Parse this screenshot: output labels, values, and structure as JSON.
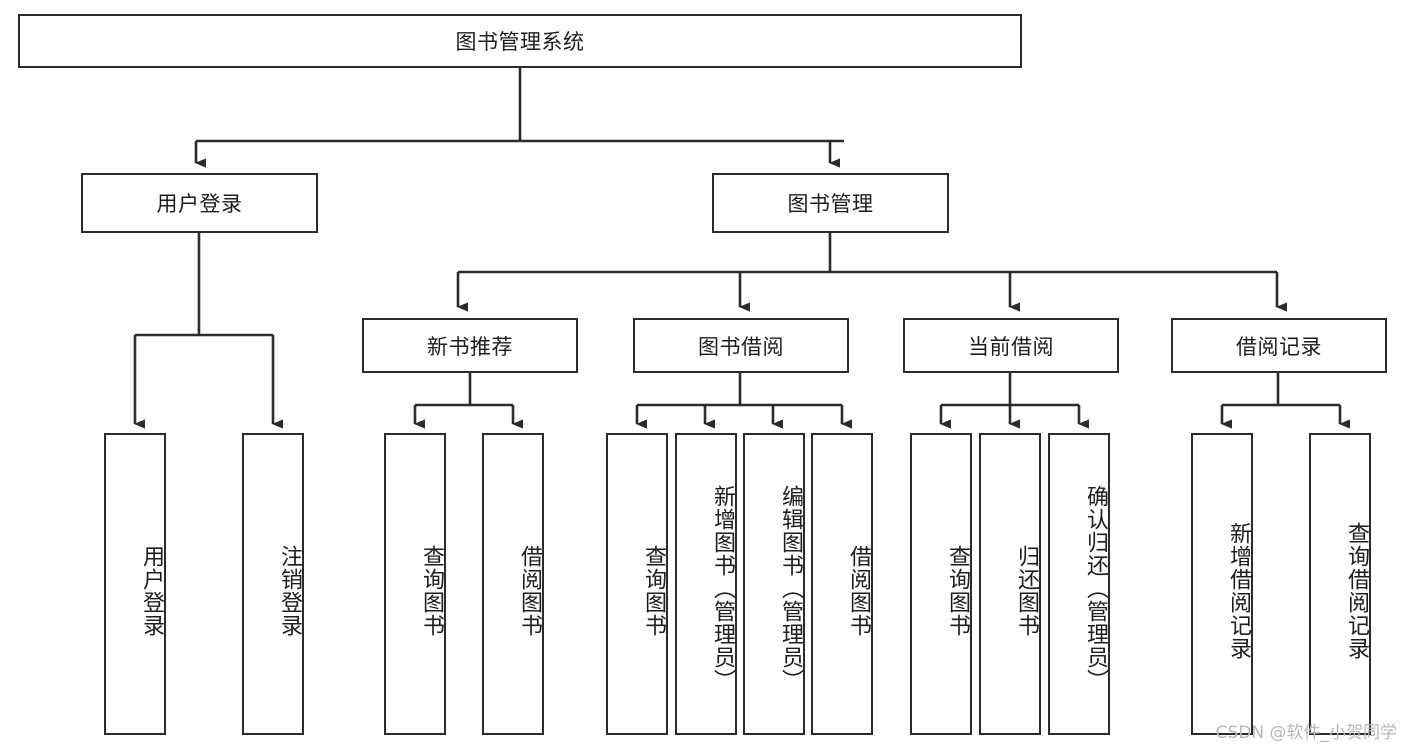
{
  "diagram": {
    "type": "tree-hierarchy",
    "title": "图书管理系统",
    "watermark": "CSDN @软件_小贺同学",
    "colors": {
      "background": "#ffffff",
      "stroke": "#2b2b2b",
      "text": "#1d1d1d",
      "watermark": "#b7b7b7"
    },
    "levels": {
      "root": {
        "label": "图书管理系统"
      },
      "level2": [
        {
          "label": "用户登录"
        },
        {
          "label": "图书管理"
        }
      ],
      "level3": [
        {
          "label": "新书推荐"
        },
        {
          "label": "图书借阅"
        },
        {
          "label": "当前借阅"
        },
        {
          "label": "借阅记录"
        }
      ],
      "level4": [
        {
          "label": "用户登录",
          "parent": "用户登录"
        },
        {
          "label": "注销登录",
          "parent": "用户登录"
        },
        {
          "label": "查询图书",
          "parent": "新书推荐"
        },
        {
          "label": "借阅图书",
          "parent": "新书推荐"
        },
        {
          "label": "查询图书",
          "parent": "图书借阅"
        },
        {
          "label": "新增图书（管理员）",
          "parent": "图书借阅"
        },
        {
          "label": "编辑图书（管理员）",
          "parent": "图书借阅"
        },
        {
          "label": "借阅图书",
          "parent": "图书借阅"
        },
        {
          "label": "查询图书",
          "parent": "当前借阅"
        },
        {
          "label": "归还图书",
          "parent": "当前借阅"
        },
        {
          "label": "确认归还（管理员）",
          "parent": "当前借阅"
        },
        {
          "label": "新增借阅记录",
          "parent": "借阅记录"
        },
        {
          "label": "查询借阅记录",
          "parent": "借阅记录"
        }
      ]
    }
  }
}
